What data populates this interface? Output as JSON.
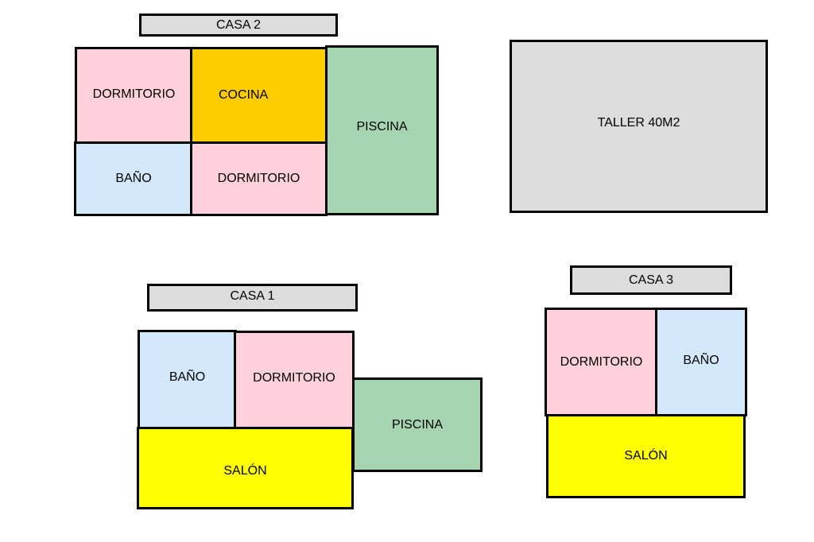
{
  "casa2": {
    "title": "CASA 2",
    "rooms": [
      "DORMITORIO",
      "COCINA",
      "BAÑO",
      "DORMITORIO",
      "PISCINA"
    ]
  },
  "taller": {
    "label": "TALLER 40M2"
  },
  "casa1": {
    "title": "CASA 1",
    "rooms": [
      "BAÑO",
      "DORMITORIO",
      "SALÓN",
      "PISCINA"
    ]
  },
  "casa3": {
    "title": "CASA 3",
    "rooms": [
      "DORMITORIO",
      "BAÑO",
      "SALÓN"
    ]
  },
  "colors": {
    "dormitorio": "#ffd1dc",
    "bano": "#d4e8fc",
    "piscina": "#a6d4b0",
    "cocina": "#ffcc00",
    "salon": "#ffff00",
    "label": "#dcdcdc"
  }
}
